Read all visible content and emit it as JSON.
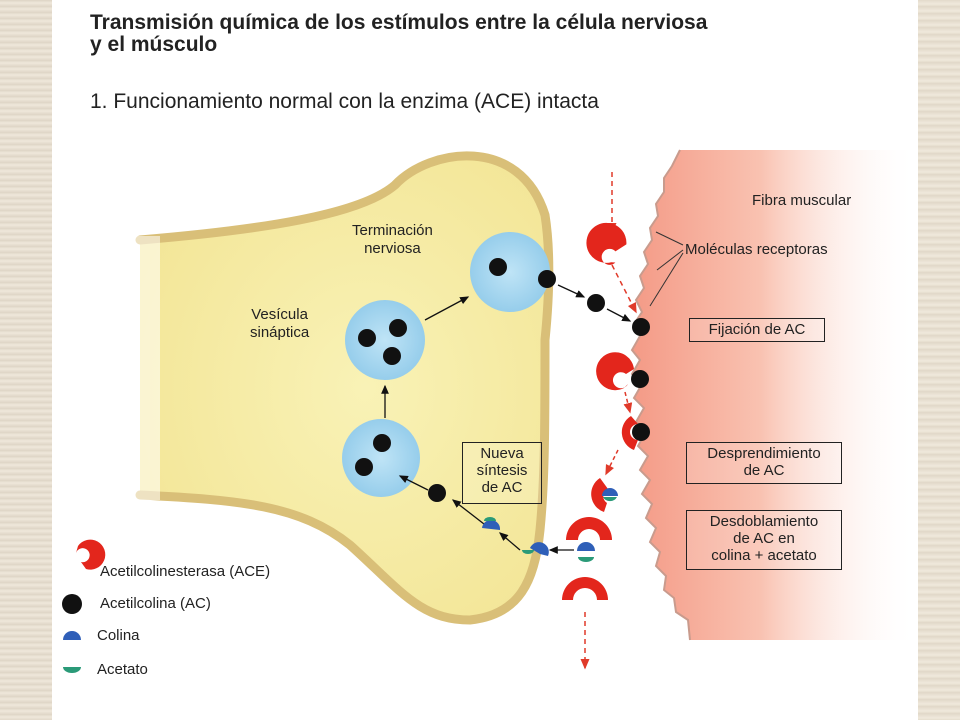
{
  "title_line1": "Transmisión química de los estímulos entre la célula nerviosa",
  "title_line2": "y el músculo",
  "subtitle": "1. Funcionamiento normal con la enzima (ACE) intacta",
  "labels": {
    "nerve_ending": [
      "Terminación",
      "nerviosa"
    ],
    "vesicle": [
      "Vesícula",
      "sináptica"
    ],
    "muscle_fiber": "Fibra muscular",
    "receptors": "Moléculas receptoras"
  },
  "boxes": {
    "new_synthesis": [
      "Nueva",
      "síntesis",
      "de AC"
    ],
    "binding": [
      "Fijación de AC"
    ],
    "release": [
      "Desprendimiento",
      "de AC"
    ],
    "split": [
      "Desdoblamiento",
      "de AC en",
      "colina + acetato"
    ]
  },
  "legend": [
    {
      "icon": "ace-enzyme-icon",
      "label": "Acetilcolinesterasa (ACE)"
    },
    {
      "icon": "acetylcholine-icon",
      "label": "Acetilcolina (AC)"
    },
    {
      "icon": "choline-icon",
      "label": "Colina"
    },
    {
      "icon": "acetate-icon",
      "label": "Acetato"
    }
  ],
  "colors": {
    "nerve_fill": "#f7eea4",
    "nerve_outline": "#d9bf78",
    "vesicle": "#9fd3ee",
    "muscle": "#f6a08c",
    "enzyme": "#e3261c",
    "acetylcholine": "#111111",
    "choline": "#2f5fb8",
    "acetate": "#2a9a78",
    "dashed_arrow": "#e03a2a"
  }
}
